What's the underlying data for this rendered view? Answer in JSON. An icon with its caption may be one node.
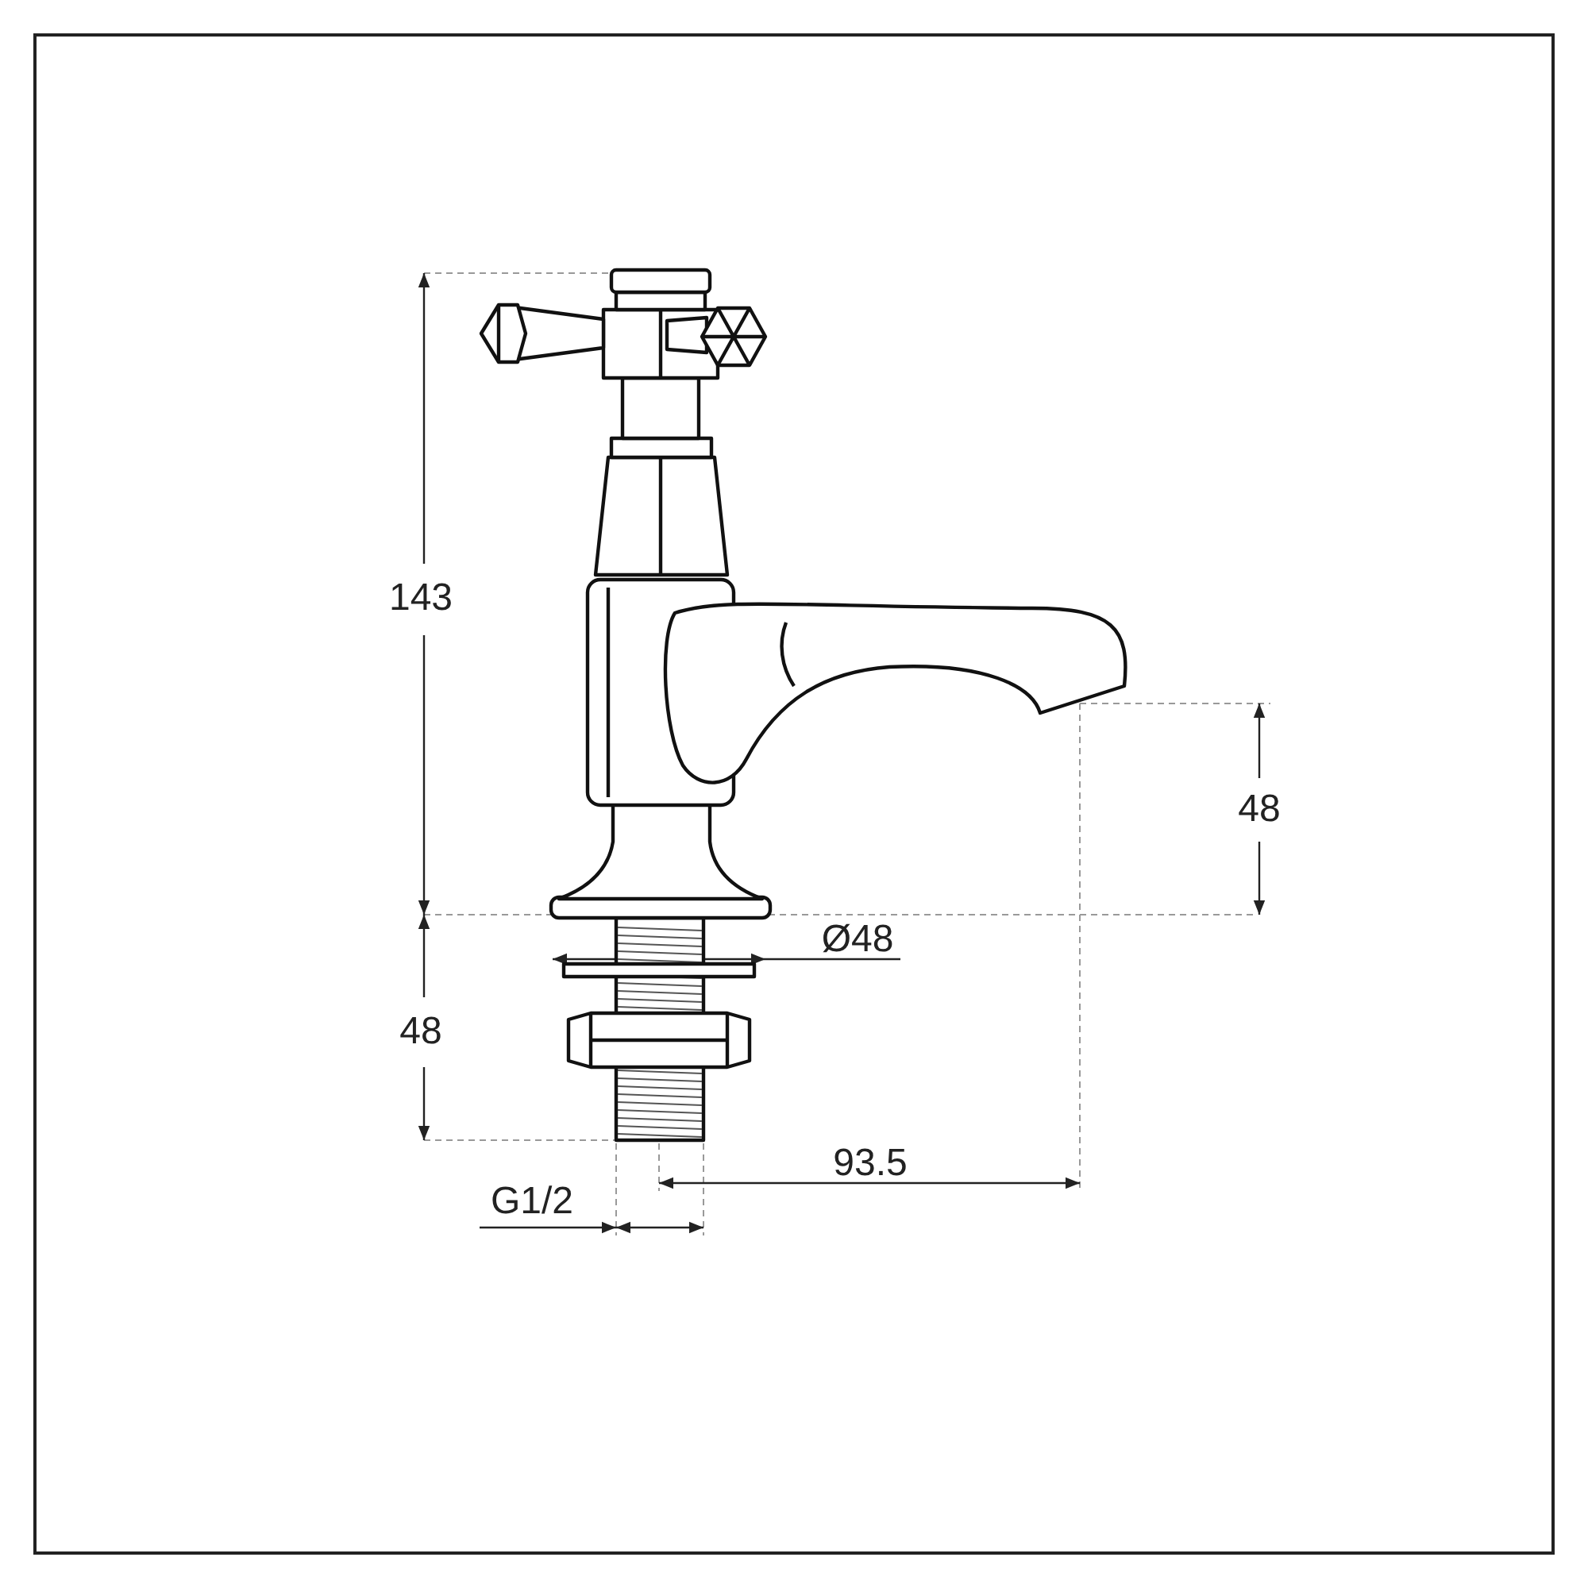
{
  "diagram": {
    "labels": [
      "143",
      "48",
      "Ø48",
      "48",
      "93.5",
      "G1/2"
    ]
  }
}
